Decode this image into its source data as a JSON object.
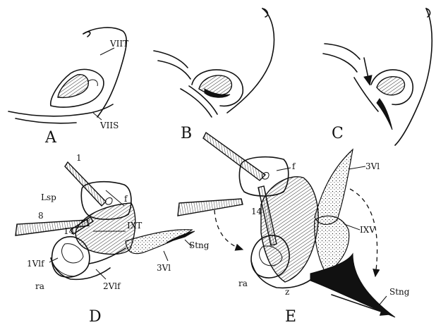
{
  "panels": {
    "A": {
      "letter": "A",
      "labels": {
        "tergum": "VIIT",
        "sternum": "VIIS"
      }
    },
    "B": {
      "letter": "B"
    },
    "C": {
      "letter": "C"
    },
    "D": {
      "letter": "D",
      "labels": {
        "muscle1": "1",
        "muscle8": "8",
        "muscle14": "14",
        "spiracle": "Lsp",
        "fulcrum": "f",
        "tergum9": "IXT",
        "valvifer1": "1Vlf",
        "ramus": "ra",
        "valvifer2": "2Vlf",
        "valvula3": "3Vl",
        "sting": "Stng"
      }
    },
    "E": {
      "letter": "E",
      "labels": {
        "fulcrum": "f",
        "valvula3": "3Vl",
        "muscle14": "14",
        "sternum9": "IXV",
        "ramus": "ra",
        "z": "z",
        "sting": "Stng"
      }
    }
  }
}
